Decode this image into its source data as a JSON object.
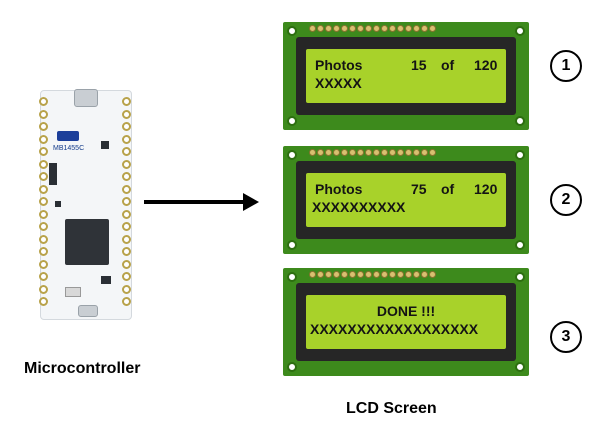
{
  "labels": {
    "microcontroller": "Microcontroller",
    "lcd_screen": "LCD Screen"
  },
  "board": {
    "silkscreen": "MB1455C"
  },
  "screens": [
    {
      "step": "1",
      "line1": {
        "word": "Photos",
        "current": "15",
        "of": "of",
        "total": "120"
      },
      "line2": "XXXXX"
    },
    {
      "step": "2",
      "line1": {
        "word": "Photos",
        "current": "75",
        "of": "of",
        "total": "120"
      },
      "line2": "XXXXXXXXXX"
    },
    {
      "step": "3",
      "line1_center": "DONE !!!",
      "line2": "XXXXXXXXXXXXXXXXXX"
    }
  ]
}
